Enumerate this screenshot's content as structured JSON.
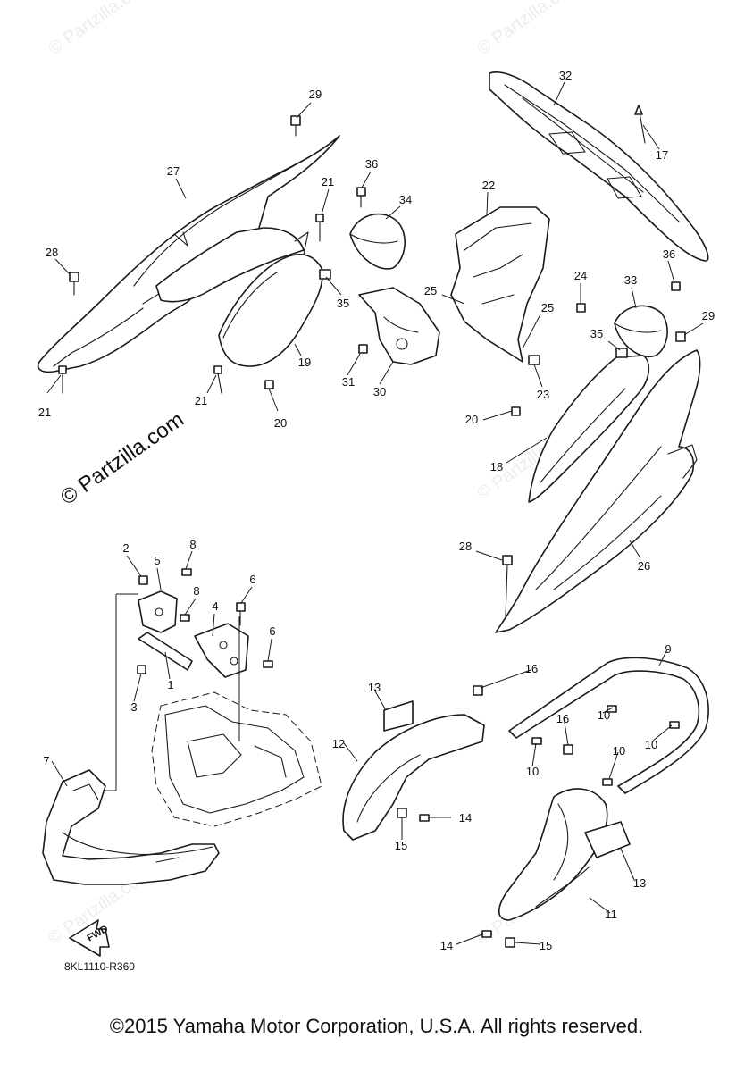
{
  "watermark_main": "© Partzilla.com",
  "watermark_faint": "© Partzilla.com",
  "diagram_code": "8KL1110-R360",
  "fwd_label": "FWD",
  "copyright": "©2015 Yamaha Motor Corporation, U.S.A. All rights reserved.",
  "callouts": {
    "c29a": "29",
    "c27": "27",
    "c28a": "28",
    "c21a": "21",
    "c21b": "21",
    "c21c": "21",
    "c36a": "36",
    "c34": "34",
    "c35a": "35",
    "c19": "19",
    "c20a": "20",
    "c31": "31",
    "c30": "30",
    "c22": "22",
    "c25a": "25",
    "c25b": "25",
    "c24": "24",
    "c23": "23",
    "c32": "32",
    "c17": "17",
    "c36b": "36",
    "c33": "33",
    "c29b": "29",
    "c35b": "35",
    "c20b": "20",
    "c18": "18",
    "c28b": "28",
    "c26": "26",
    "c2": "2",
    "c5": "5",
    "c8a": "8",
    "c8b": "8",
    "c6a": "6",
    "c4": "4",
    "c6b": "6",
    "c1": "1",
    "c3": "3",
    "c7": "7",
    "c13a": "13",
    "c16a": "16",
    "c12": "12",
    "c14a": "14",
    "c15a": "15",
    "c9": "9",
    "c10a": "10",
    "c10b": "10",
    "c10c": "10",
    "c16b": "16",
    "c10d": "10",
    "c13b": "13",
    "c11": "11",
    "c14b": "14",
    "c15b": "15"
  }
}
